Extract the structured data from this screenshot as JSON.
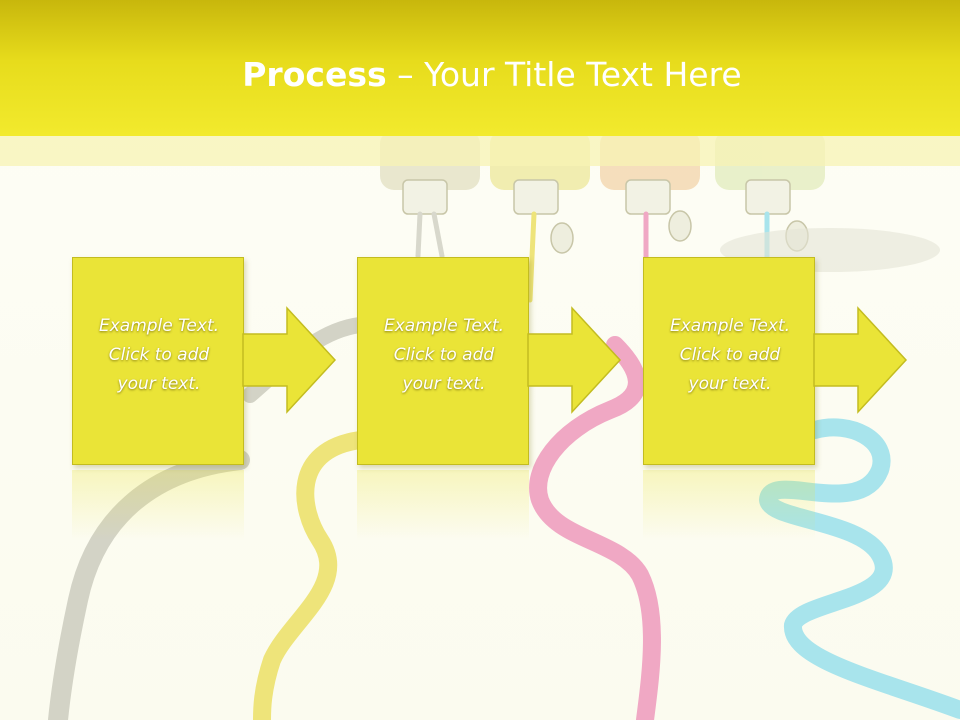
{
  "header": {
    "title_bold": "Process",
    "title_rest": " – Your Title Text Here"
  },
  "steps": [
    {
      "line1": "Example Text.",
      "line2": "Click  to add",
      "line3": "your text."
    },
    {
      "line1": "Example Text.",
      "line2": "Click  to add",
      "line3": "your text."
    },
    {
      "line1": "Example Text.",
      "line2": "Click  to add",
      "line3": "your text."
    }
  ],
  "colors": {
    "header": "#e7dc1c",
    "box": "#eae437",
    "text": "#ffffff",
    "tube_gray": "#d3d3c6",
    "tube_yellow": "#eee47a",
    "tube_pink": "#f0a8c4",
    "tube_cyan": "#a8e4ec"
  }
}
